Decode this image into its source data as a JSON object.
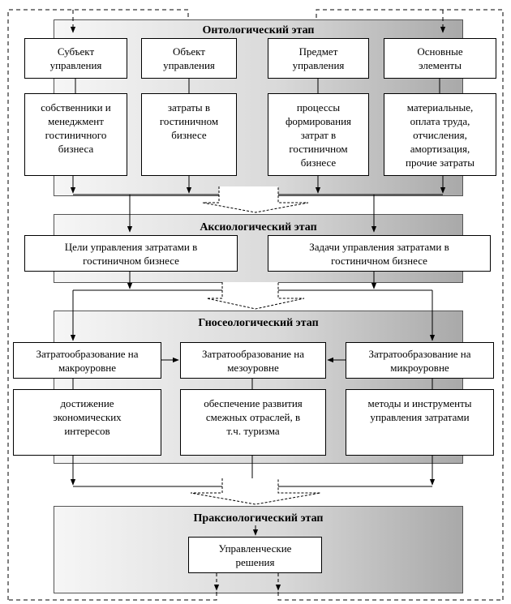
{
  "stages": {
    "ontological": {
      "title": "Онтологический этап",
      "headers": [
        "Субъект\nуправления",
        "Объект\nуправления",
        "Предмет\nуправления",
        "Основные\nэлементы"
      ],
      "details": [
        "собственники и\nменеджмент\nгостиничного\nбизнеса",
        "затраты в\nгостиничном\nбизнесе",
        "процессы\nформирования\nзатрат в\nгостиничном\nбизнесе",
        "материальные,\nоплата труда,\nотчисления,\nамортизация,\nпрочие затраты"
      ]
    },
    "axiological": {
      "title": "Аксиологический этап",
      "boxes": [
        "Цели управления затратами в\nгостиничном бизнесе",
        "Задачи управления затратами в\nгостиничном бизнесе"
      ]
    },
    "gnoseological": {
      "title": "Гносеологический этап",
      "headers": [
        "Затратообразование на\nмакроуровне",
        "Затратообразование на\nмезоуровне",
        "Затратообразование на\nмикроуровне"
      ],
      "details": [
        "достижение\nэкономических\nинтересов",
        "обеспечение развития\nсмежных отраслей, в\nт.ч. туризма",
        "методы и инструменты\nуправления затратами"
      ]
    },
    "praxiological": {
      "title": "Праксиологический этап",
      "box": "Управленческие\nрешения"
    }
  }
}
